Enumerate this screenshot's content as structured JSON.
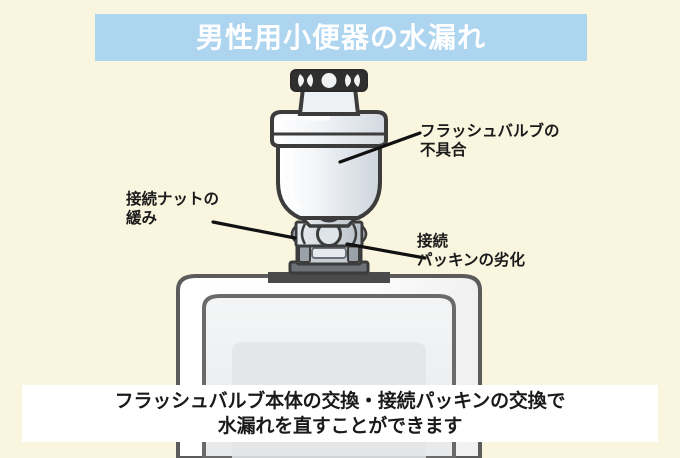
{
  "page": {
    "background_color": "#faf5df"
  },
  "header": {
    "title": "男性用小便器の水漏れ",
    "banner_color": "#aed5f0",
    "title_color": "#ffffff"
  },
  "diagram": {
    "subject": "男性用小便器とフラッシュバルブ",
    "callouts": [
      {
        "id": "flush-valve-fault",
        "label": "フラッシュバルブの\n不具合",
        "leader_from": [
          340,
          162
        ],
        "leader_to": [
          420,
          133
        ]
      },
      {
        "id": "connection-nut-loose",
        "label": "接続ナットの\n緩み",
        "leader_from": [
          295,
          238
        ],
        "leader_to": [
          213,
          222
        ]
      },
      {
        "id": "connection-packing-degraded",
        "label": "接続\nパッキンの劣化",
        "leader_from": [
          347,
          244
        ],
        "leader_to": [
          425,
          258
        ]
      }
    ],
    "colors": {
      "outline": "#3c3c3c",
      "metal_light": "#f2f4f6",
      "metal_mid": "#d8dde3",
      "metal_dark": "#4a4a4a",
      "bowl_white": "#ffffff",
      "bowl_inner": "#eceef0",
      "bowl_rim": "#5b5b5b",
      "wall_bar": "#4a4a4a"
    }
  },
  "caption": {
    "background_color": "#ffffff",
    "text_color": "#1a1a1a",
    "lines": [
      "フラッシュバルブ本体の交換・接続パッキンの交換で",
      "水漏れを直すことができます"
    ]
  }
}
